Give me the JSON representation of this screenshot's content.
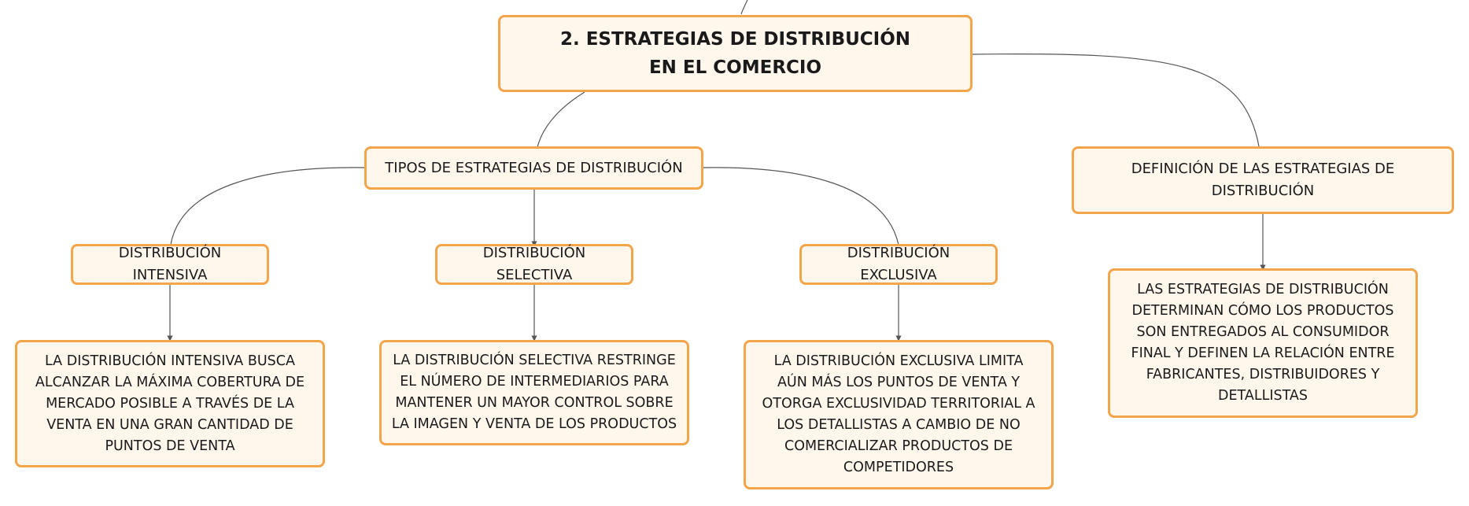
{
  "diagram": {
    "root": {
      "text": "2. ESTRATEGIAS DE DISTRIBUCIÓN EN EL COMERCIO"
    },
    "tipos": {
      "text": "TIPOS DE ESTRATEGIAS DE DISTRIBUCIÓN"
    },
    "definicion": {
      "text": "DEFINICIÓN DE LAS ESTRATEGIAS DE DISTRIBUCIÓN",
      "description": "LAS ESTRATEGIAS DE DISTRIBUCIÓN DETERMINAN CÓMO LOS PRODUCTOS SON ENTREGADOS AL CONSUMIDOR FINAL Y DEFINEN LA RELACIÓN ENTRE FABRICANTES, DISTRIBUIDORES Y DETALLISTAS"
    },
    "intensiva": {
      "text": "DISTRIBUCIÓN INTENSIVA",
      "description": "LA DISTRIBUCIÓN INTENSIVA BUSCA ALCANZAR LA MÁXIMA COBERTURA DE MERCADO POSIBLE A TRAVÉS DE LA VENTA EN UNA GRAN CANTIDAD DE PUNTOS DE VENTA"
    },
    "selectiva": {
      "text": "DISTRIBUCIÓN SELECTIVA",
      "description": "LA DISTRIBUCIÓN SELECTIVA RESTRINGE EL NÚMERO DE INTERMEDIARIOS PARA MANTENER UN MAYOR CONTROL SOBRE LA IMAGEN Y VENTA DE LOS PRODUCTOS"
    },
    "exclusiva": {
      "text": "DISTRIBUCIÓN EXCLUSIVA",
      "description": "LA DISTRIBUCIÓN EXCLUSIVA LIMITA AÚN MÁS LOS PUNTOS DE VENTA Y OTORGA EXCLUSIVIDAD TERRITORIAL A LOS DETALLISTAS A CAMBIO DE NO COMERCIALIZAR PRODUCTOS DE COMPETIDORES"
    }
  },
  "colors": {
    "node_border": "#f2a54a",
    "node_fill": "#fff6ec",
    "connector": "#555555"
  }
}
